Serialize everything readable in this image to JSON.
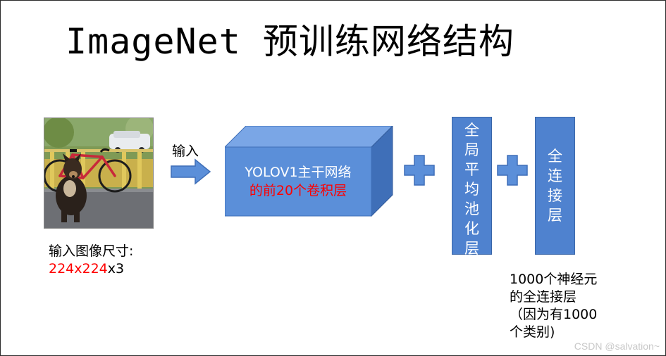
{
  "title": "ImageNet 预训练网络结构",
  "input": {
    "label_line1": "输入图像尺寸:",
    "size_red": "224x224",
    "size_rest": "x3"
  },
  "arrow_label": "输入",
  "backbone": {
    "line1": "YOLOV1主干网络",
    "line2": "的前20个卷积层"
  },
  "gap_layer": [
    "全",
    "局",
    "平",
    "均",
    "池",
    "化",
    "层"
  ],
  "fc_layer": [
    "全",
    "连",
    "接",
    "层"
  ],
  "fc_note": [
    "1000个神经元",
    "的全连接层",
    "（因为有1000",
    "个类别)"
  ],
  "watermark": "CSDN @salvation~",
  "colors": {
    "box_blue": "#4f82cf",
    "cube_front": "#5b8fd9",
    "cube_top": "#7aa6e6",
    "cube_side": "#3f6fb8",
    "highlight_red": "#ff0000"
  }
}
